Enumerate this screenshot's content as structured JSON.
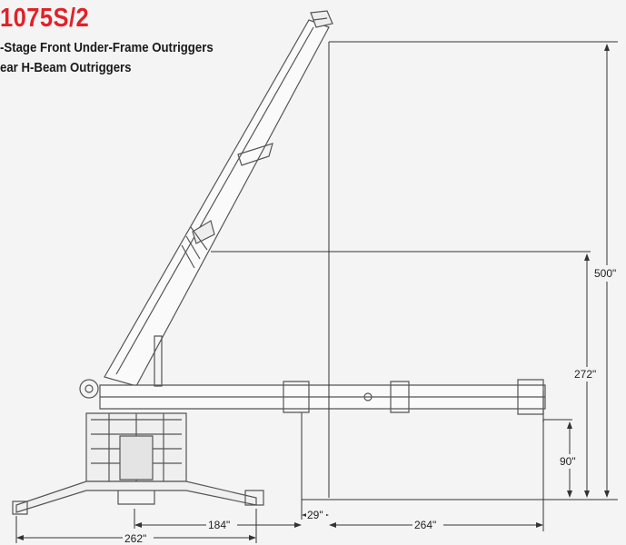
{
  "header": {
    "model": "1075S/2",
    "line1": "-Stage Front Under-Frame Outriggers",
    "line2": "ear H-Beam Outriggers"
  },
  "dimensions": {
    "height_max": "500\"",
    "height_mid": "272\"",
    "height_low": "90\"",
    "reach_29": "29\"",
    "reach_184": "184\"",
    "reach_264": "264\"",
    "spread_262": "262\""
  },
  "colors": {
    "title": "#e0222a",
    "line": "#555555",
    "background": "#f4f4f4"
  }
}
